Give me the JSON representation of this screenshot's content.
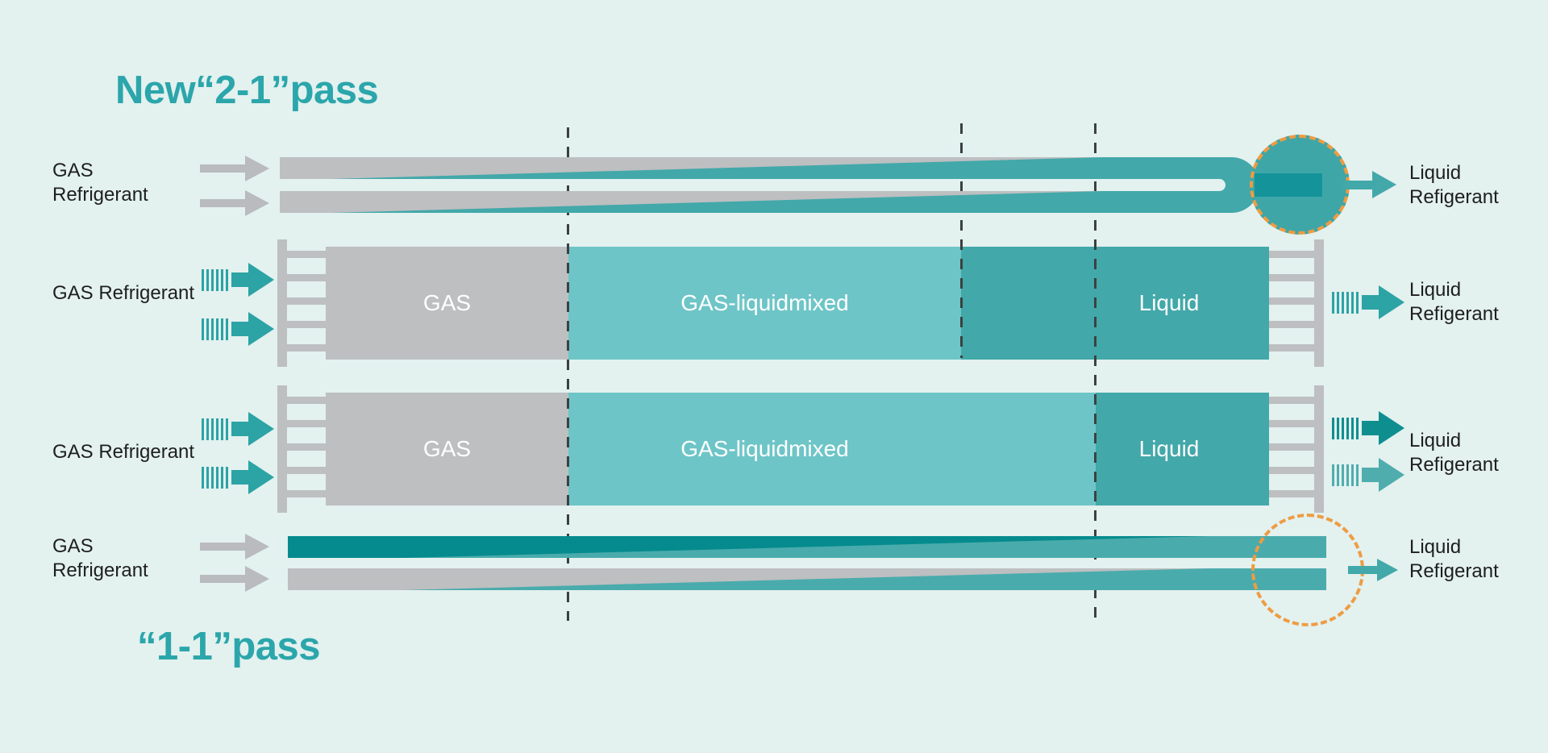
{
  "page": {
    "background": "#e3f1ef"
  },
  "titles": {
    "top": "New“2-1”pass",
    "bottom": "“1-1”pass",
    "color": "#2ba6ab"
  },
  "colors": {
    "gray": "#bdbfc1",
    "teal_light": "#6ec5c7",
    "teal_mid": "#43a8a9",
    "teal_dark": "#058b8d",
    "teal_soft": "#4aabac",
    "arrow_gray": "#b9bbbe",
    "arrow_teal": "#2ca3a5",
    "arrow_teal_dark": "#0f8e90",
    "arrow_teal_soft": "#4fadae",
    "highlight_orange": "#ee9c42",
    "boundary_dash": "#3a4140",
    "text_dark": "#1e1f1d",
    "circle_fill": "#3fa6a7",
    "circle_rect": "#14949a"
  },
  "rows": {
    "hairpin": {
      "left_line1": "GAS",
      "left_line2": "Refrigerant",
      "right_line1": "Liquid",
      "right_line2": "Refigerant"
    },
    "pass21": {
      "left_label": "GAS Refrigerant",
      "segments": [
        "GAS",
        "GAS-liquidmixed",
        "Liquid"
      ],
      "right_line1": "Liquid",
      "right_line2": "Refigerant"
    },
    "pass11": {
      "left_label": "GAS Refrigerant",
      "segments": [
        "GAS",
        "GAS-liquidmixed",
        "Liquid"
      ],
      "right_line1": "Liquid",
      "right_line2": "Refigerant"
    },
    "thin11": {
      "left_line1": "GAS",
      "left_line2": "Refrigerant",
      "right_line1": "Liquid",
      "right_line2": "Refigerant"
    }
  }
}
